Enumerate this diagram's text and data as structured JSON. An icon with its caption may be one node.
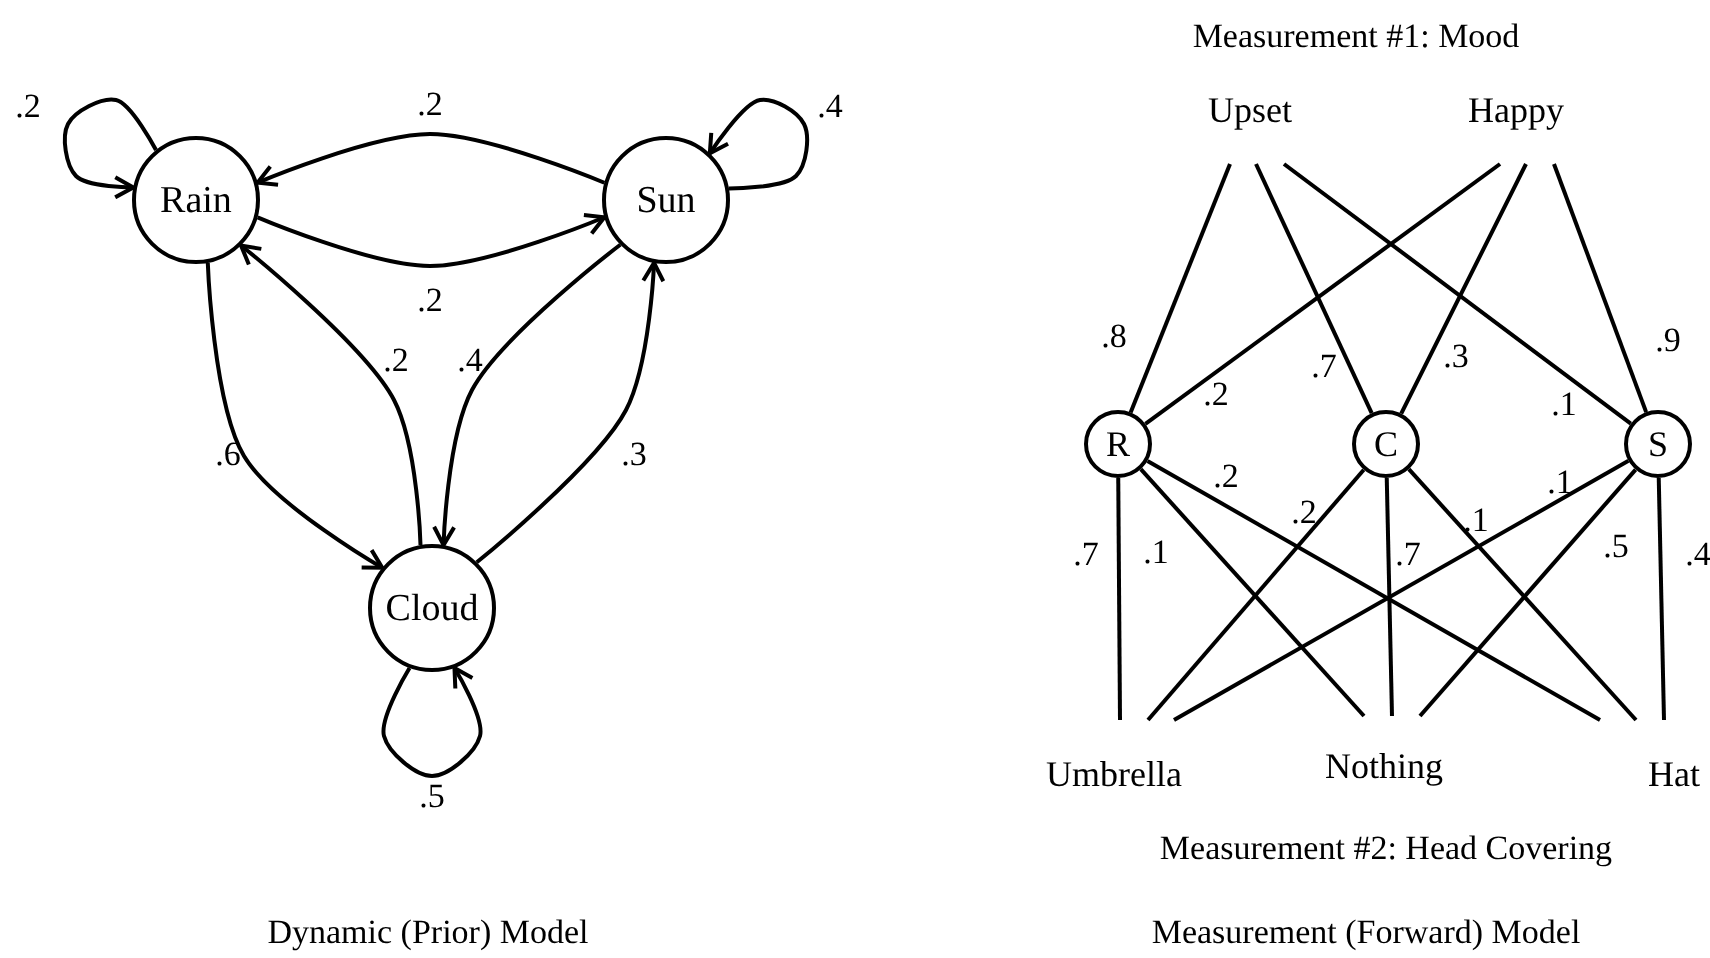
{
  "diagram": {
    "nodes": [
      {
        "text": [
          "Rain"
        ]
      },
      {
        "text": [
          "Sun"
        ]
      },
      {
        "text": [
          "Cloud"
        ]
      },
      {
        "text": [
          "Upset"
        ]
      },
      {
        "text": [
          "Happy"
        ]
      },
      {
        "text": [
          "R"
        ]
      },
      {
        "text": [
          "C"
        ]
      },
      {
        "text": [
          "S"
        ]
      },
      {
        "text": [
          "Umbrella"
        ]
      },
      {
        "text": [
          "Nothing"
        ]
      },
      {
        "text": [
          "Hat"
        ]
      }
    ],
    "edges": [
      {
        "from": 0,
        "to": 0,
        "arrow": "to",
        "label": ".2"
      },
      {
        "from": 1,
        "to": 0,
        "arrow": "to",
        "label": ".2"
      },
      {
        "from": 0,
        "to": 1,
        "arrow": "to",
        "label": ".2"
      },
      {
        "from": 1,
        "to": 1,
        "arrow": "to",
        "label": ".4"
      },
      {
        "from": 0,
        "to": 2,
        "arrow": "to",
        "label": ".6"
      },
      {
        "from": 2,
        "to": 0,
        "arrow": "to",
        "label": ".2"
      },
      {
        "from": 1,
        "to": 2,
        "arrow": "to",
        "label": ".4"
      },
      {
        "from": 2,
        "to": 1,
        "arrow": "to",
        "label": ".3"
      },
      {
        "from": 2,
        "to": 2,
        "arrow": "to",
        "label": ".5"
      },
      {
        "from": 3,
        "to": 5,
        "arrow": "none",
        "label": ".8"
      },
      {
        "from": 3,
        "to": 6,
        "arrow": "none",
        "label": ".7"
      },
      {
        "from": 3,
        "to": 7,
        "arrow": "none",
        "label": ".1"
      },
      {
        "from": 4,
        "to": 5,
        "arrow": "none",
        "label": ".2"
      },
      {
        "from": 4,
        "to": 6,
        "arrow": "none",
        "label": ".3"
      },
      {
        "from": 4,
        "to": 7,
        "arrow": "none",
        "label": ".9"
      },
      {
        "from": 5,
        "to": 8,
        "arrow": "none",
        "label": ".7"
      },
      {
        "from": 5,
        "to": 9,
        "arrow": "none",
        "label": ".1"
      },
      {
        "from": 5,
        "to": 10,
        "arrow": "none",
        "label": ".2"
      },
      {
        "from": 6,
        "to": 8,
        "arrow": "none",
        "label": ".2"
      },
      {
        "from": 6,
        "to": 9,
        "arrow": "none",
        "label": ".7"
      },
      {
        "from": 6,
        "to": 10,
        "arrow": "none",
        "label": ".1"
      },
      {
        "from": 7,
        "to": 8,
        "arrow": "none",
        "label": ".1"
      },
      {
        "from": 7,
        "to": 9,
        "arrow": "none",
        "label": ".5"
      },
      {
        "from": 7,
        "to": 10,
        "arrow": "none",
        "label": ".4"
      }
    ],
    "labels": [
      "Measurement #1: Mood",
      "Measurement #2: Head Covering",
      "Dynamic (Prior) Model",
      "Measurement (Forward) Model"
    ]
  }
}
